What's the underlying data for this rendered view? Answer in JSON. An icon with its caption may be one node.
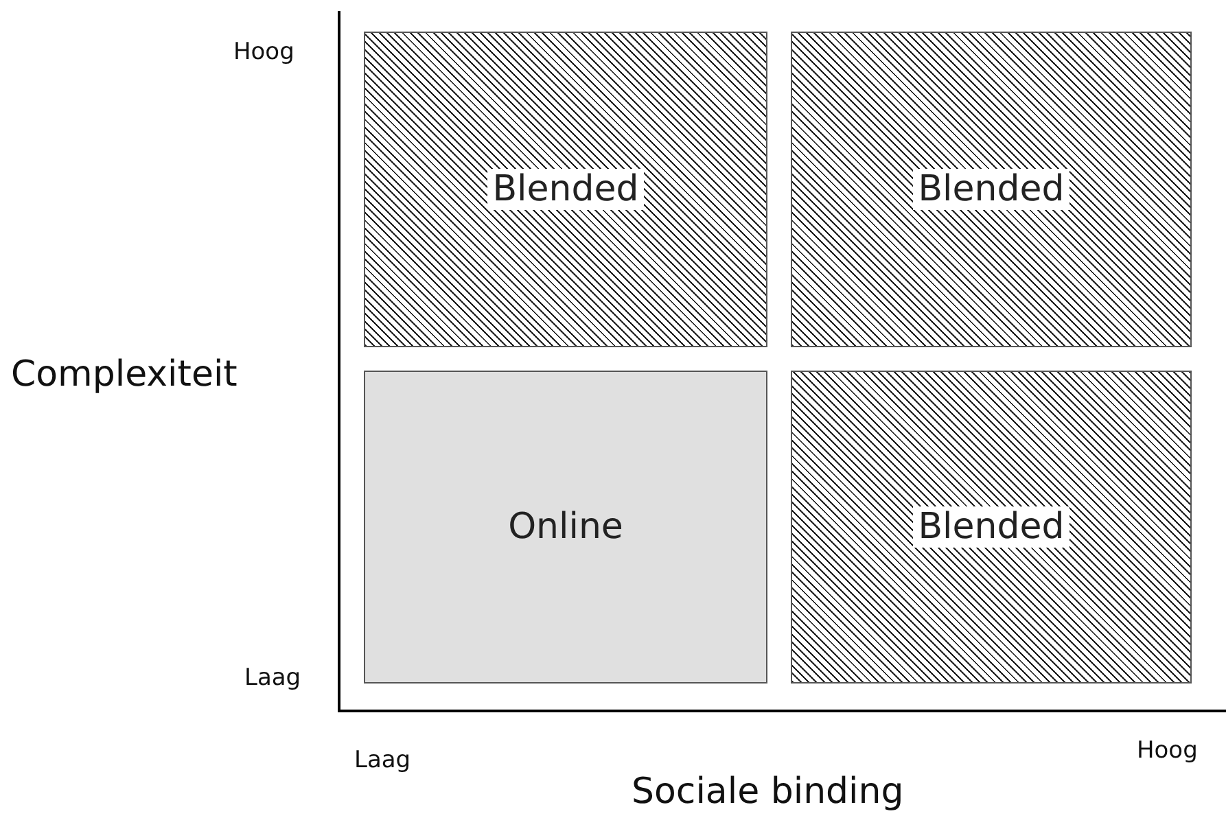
{
  "diagram": {
    "nodes": [
      {
        "text": [
          "Blended"
        ]
      },
      {
        "text": [
          "Blended"
        ]
      },
      {
        "text": [
          "Online"
        ]
      },
      {
        "text": [
          "Blended"
        ]
      }
    ],
    "labels": [
      "Hoog",
      "Complexiteit",
      "Laag",
      "Laag",
      "Hoog",
      "Sociale binding"
    ]
  }
}
